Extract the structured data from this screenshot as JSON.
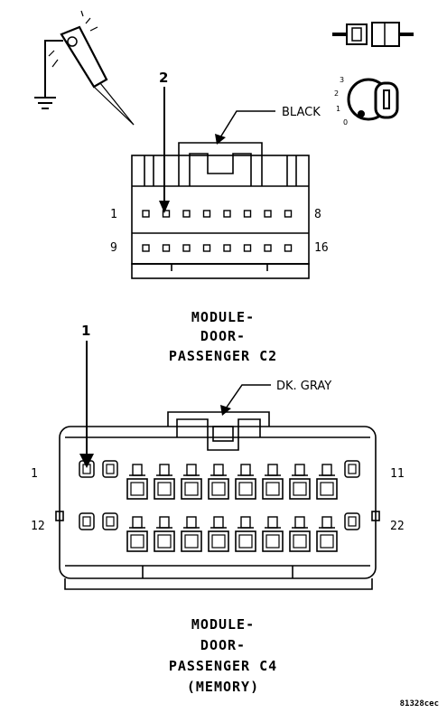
{
  "icons": {
    "test_light": "test-light-probe-icon",
    "connector": "connector-halves-icon",
    "ignition": "ignition-key-switch-icon"
  },
  "ignition_positions": [
    "3",
    "2",
    "1",
    "0"
  ],
  "c2": {
    "callout": "2",
    "color_label": "BLACK",
    "pin_first_top": "1",
    "pin_last_top": "8",
    "pin_first_bottom": "9",
    "pin_last_bottom": "16",
    "title_lines": [
      "MODULE-",
      "DOOR-",
      "PASSENGER C2"
    ]
  },
  "c4": {
    "callout": "1",
    "color_label": "DK. GRAY",
    "pin_first_top": "1",
    "pin_last_top": "11",
    "pin_first_bottom": "12",
    "pin_last_bottom": "22",
    "title_lines": [
      "MODULE-",
      "DOOR-",
      "PASSENGER C4",
      "(MEMORY)"
    ]
  },
  "figure_code": "81328cec"
}
